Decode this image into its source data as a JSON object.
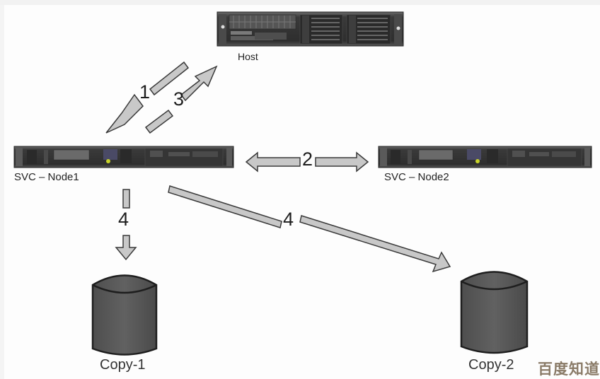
{
  "diagram": {
    "nodes": {
      "host": {
        "label": "Host",
        "type": "2U-server"
      },
      "node1": {
        "label": "SVC – Node1",
        "type": "1U-server"
      },
      "node2": {
        "label": "SVC – Node2",
        "type": "1U-server"
      },
      "copy1": {
        "label": "Copy-1",
        "type": "disk-storage"
      },
      "copy2": {
        "label": "Copy-2",
        "type": "disk-storage"
      }
    },
    "edges": [
      {
        "step": "1",
        "from": "Host",
        "to": "SVC – Node1",
        "direction": "one-way"
      },
      {
        "step": "3",
        "from": "SVC – Node1",
        "to": "Host",
        "direction": "one-way"
      },
      {
        "step": "2",
        "from": "SVC – Node1",
        "to": "SVC – Node2",
        "direction": "two-way"
      },
      {
        "step": "4",
        "from": "SVC – Node1",
        "to": "Copy-1",
        "direction": "one-way"
      },
      {
        "step": "4",
        "from": "SVC – Node1",
        "to": "Copy-2",
        "direction": "one-way"
      }
    ],
    "colors": {
      "arrow_fill": "#c8c8c8",
      "arrow_stroke": "#3a3a3a",
      "disk_fill": "#5a5a5a",
      "server_body": "#3c3c3c",
      "led": "#c8d42a"
    }
  },
  "watermark": "百度知道"
}
